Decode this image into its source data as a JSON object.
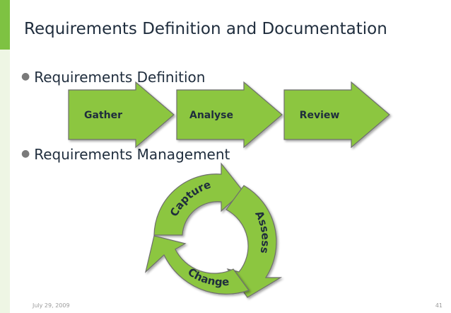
{
  "slide": {
    "title": "Requirements Definition and Documentation",
    "date": "July 29, 2009",
    "page_number": "41"
  },
  "bullets": [
    {
      "text": "Requirements Definition"
    },
    {
      "text": "Requirements Management"
    }
  ],
  "process_steps": [
    {
      "label": "Gather"
    },
    {
      "label": "Analyse"
    },
    {
      "label": "Review"
    }
  ],
  "cycle_steps": [
    {
      "label": "Capture"
    },
    {
      "label": "Assess"
    },
    {
      "label": "Change"
    }
  ],
  "colors": {
    "accent": "#7ec242",
    "arrow_fill": "#8cc63f",
    "arrow_stroke": "#6e6e6e",
    "text": "#1f2d3d"
  }
}
